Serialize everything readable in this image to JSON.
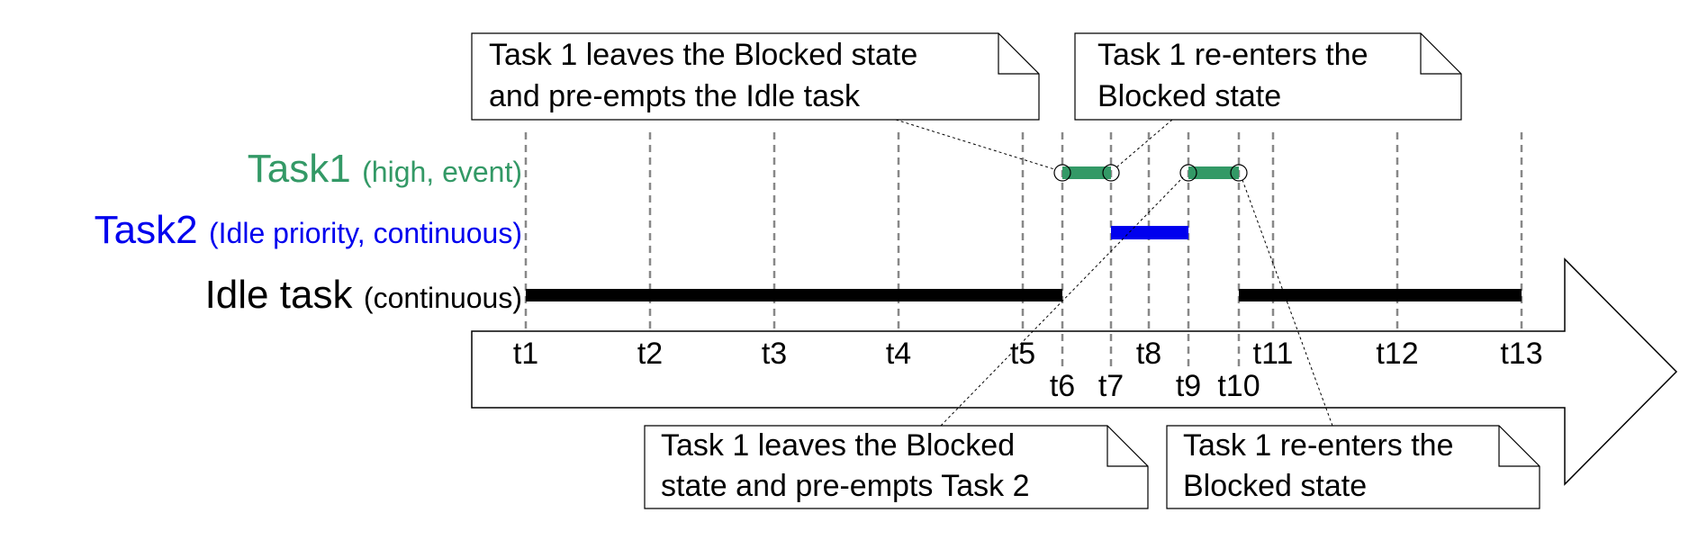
{
  "tasks": {
    "task1": {
      "name": "Task1",
      "detail": "(high, event)"
    },
    "task2": {
      "name": "Task2",
      "detail": "(Idle priority, continuous)"
    },
    "idle": {
      "name": "Idle task",
      "detail": "(continuous)"
    }
  },
  "ticks": {
    "t1": "t1",
    "t2": "t2",
    "t3": "t3",
    "t4": "t4",
    "t5": "t5",
    "t6": "t6",
    "t7": "t7",
    "t8": "t8",
    "t9": "t9",
    "t10": "t10",
    "t11": "t11",
    "t12": "t12",
    "t13": "t13"
  },
  "notes": {
    "top_left": [
      "Task 1 leaves the Blocked state",
      "and pre-empts the Idle task"
    ],
    "top_right": [
      "Task 1 re-enters the",
      "Blocked state"
    ],
    "bottom_left": [
      "Task 1 leaves the Blocked",
      "state and pre-empts Task 2"
    ],
    "bottom_right": [
      "Task 1 re-enters the",
      "Blocked state"
    ]
  },
  "colors": {
    "task1": "#339966",
    "task2": "#0000ee",
    "idle": "#000000"
  }
}
